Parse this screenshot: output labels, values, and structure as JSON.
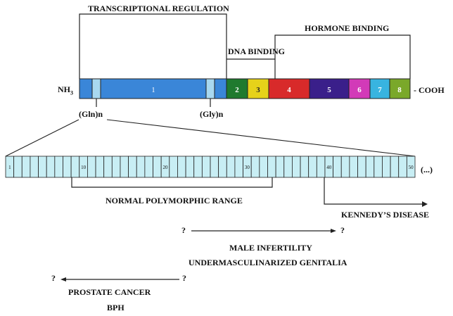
{
  "labels": {
    "transcriptional_regulation": "TRANSCRIPTIONAL REGULATION",
    "hormone_binding": "HORMONE BINDING",
    "dna_binding": "DNA BINDING",
    "nh3": "NH3",
    "cooh": "- COOH",
    "gln": "(Gln)n",
    "gly": "(Gly)n",
    "ellipsis": "(...)",
    "normal_range": "NORMAL POLYMORPHIC RANGE",
    "kennedy": "KENNEDY’S DISEASE",
    "male_infertility": "MALE INFERTILITY",
    "undermasc": "UNDERMASCULINARIZED GENITALIA",
    "prostate": "PROSTATE CANCER",
    "bph": "BPH",
    "q": "?"
  },
  "domains": [
    {
      "label": "1",
      "color": "#3a86d8"
    },
    {
      "label": "2",
      "color": "#1f7a2e"
    },
    {
      "label": "3",
      "color": "#e6d21a"
    },
    {
      "label": "4",
      "color": "#d82a2a"
    },
    {
      "label": "5",
      "color": "#3a1f8a"
    },
    {
      "label": "6",
      "color": "#d23ab8"
    },
    {
      "label": "7",
      "color": "#38b4e0"
    },
    {
      "label": "8",
      "color": "#7aa82a"
    }
  ],
  "repeat_axis": {
    "count": 50,
    "marked": [
      "1",
      "10",
      "20",
      "30",
      "40",
      "50"
    ],
    "cell_color": "#c8eef4"
  }
}
